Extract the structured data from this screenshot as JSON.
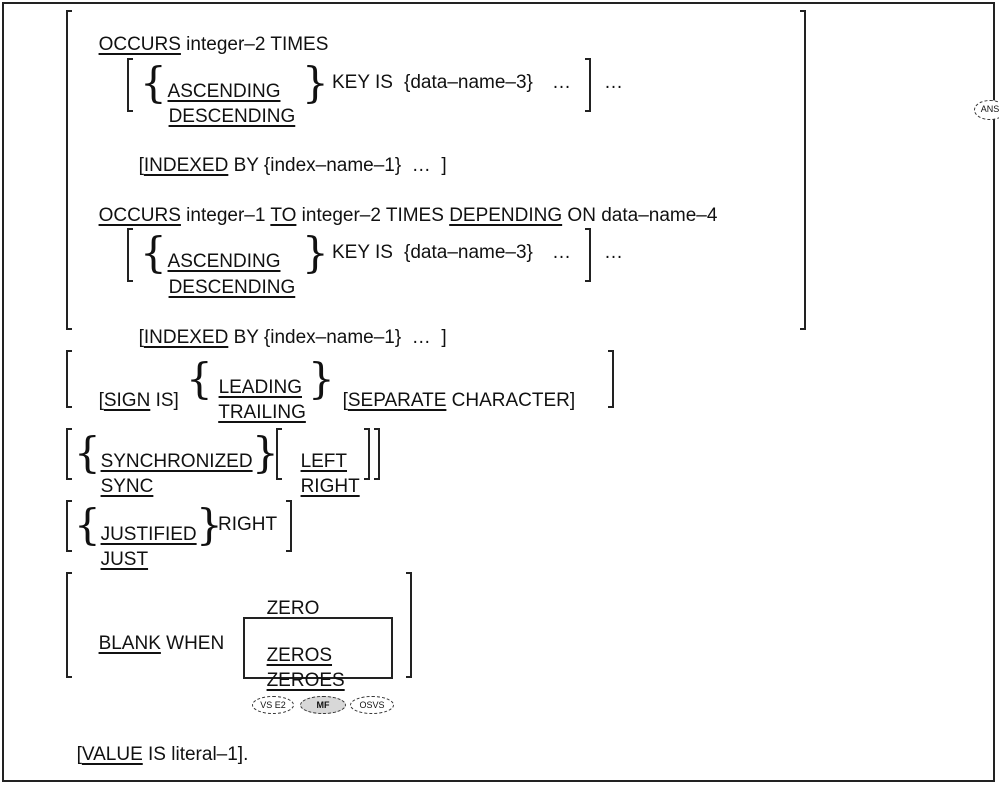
{
  "occurs_fixed": {
    "keyword": "OCCURS",
    "rest": " integer–2 TIMES"
  },
  "key_clause_1": {
    "ascending": "ASCENDING",
    "descending": "DESCENDING",
    "key_is": "KEY IS",
    "data_name": "{data–name–3}",
    "ellipsis_inner": "…",
    "ellipsis_outer": "…"
  },
  "indexed_1": {
    "open": "[",
    "keyword": "INDEXED",
    "by": " BY ",
    "index_name": "{index–name–1}  …  ]"
  },
  "occurs_depending": {
    "keyword": "OCCURS",
    "part1": " integer–1 ",
    "to": "TO",
    "part2": " integer–2 TIMES ",
    "depending": "DEPENDING",
    "part3": " ON data–name–4"
  },
  "key_clause_2": {
    "ascending": "ASCENDING",
    "descending": "DESCENDING",
    "key_is": "KEY IS",
    "data_name": "{data–name–3}",
    "ellipsis_inner": "…",
    "ellipsis_outer": "…"
  },
  "indexed_2": {
    "open": "[",
    "keyword": "INDEXED",
    "by": " BY ",
    "index_name": "{index–name–1}  …  ]"
  },
  "ans_badge": "ANS",
  "sign_clause": {
    "sign_open": "[",
    "sign": "SIGN",
    "is": " IS]",
    "leading": "LEADING",
    "trailing": "TRAILING",
    "sep_open": "[",
    "separate": "SEPARATE",
    "character": " CHARACTER]"
  },
  "sync_clause": {
    "synchronized": "SYNCHRONIZED",
    "sync": "SYNC",
    "left": "LEFT",
    "right": "RIGHT"
  },
  "just_clause": {
    "justified": "JUSTIFIED",
    "just": "JUST",
    "right": "RIGHT"
  },
  "blank_clause": {
    "blank": "BLANK",
    "when": " WHEN",
    "zero": "ZERO",
    "zeros": "ZEROS",
    "zeroes": "ZEROES"
  },
  "badges": {
    "vse2": "VS E2",
    "mf": "MF",
    "osvs": "OSVS"
  },
  "value_clause": {
    "open": "[",
    "value": "VALUE",
    "rest": " IS literal–1]."
  }
}
